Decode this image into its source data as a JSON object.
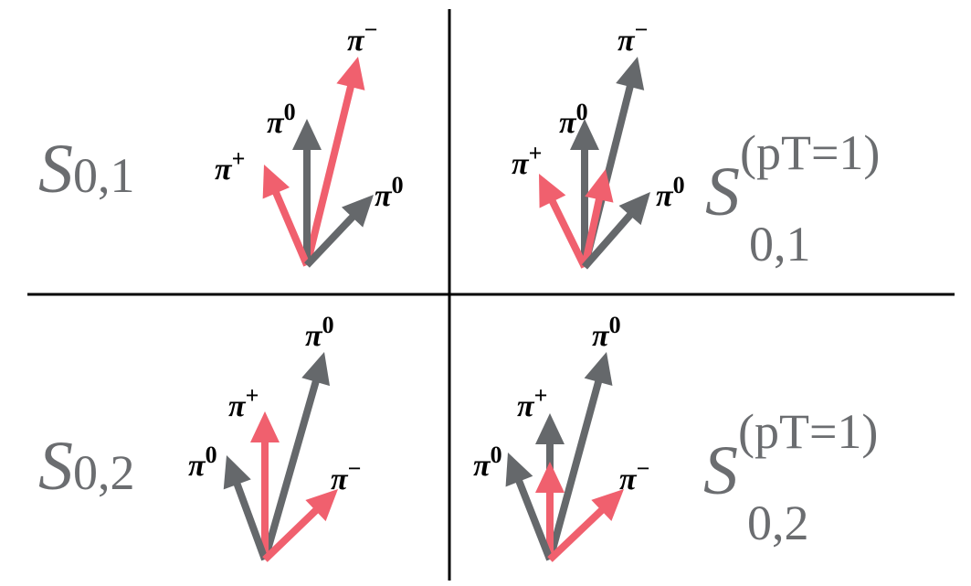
{
  "colors": {
    "charged": "#f0606e",
    "neutral": "#65686b",
    "label": "#6b6d70",
    "divider": "#000000"
  },
  "panels": [
    {
      "label": {
        "main": "S",
        "sub": "0,1",
        "sup": ""
      },
      "arrows": [
        {
          "particle": "π",
          "charge": "−",
          "kind": "charged"
        },
        {
          "particle": "π",
          "charge": "0",
          "kind": "neutral"
        },
        {
          "particle": "π",
          "charge": "+",
          "kind": "charged"
        },
        {
          "particle": "π",
          "charge": "0",
          "kind": "neutral"
        }
      ]
    },
    {
      "label": {
        "main": "S",
        "sub": "0,1",
        "sup": "(pT=1)"
      },
      "arrows": [
        {
          "particle": "π",
          "charge": "−",
          "kind": "neutral"
        },
        {
          "particle": "π",
          "charge": "0",
          "kind": "neutral"
        },
        {
          "particle": "π",
          "charge": "+",
          "kind": "charged"
        },
        {
          "particle": "",
          "charge": "",
          "kind": "charged"
        },
        {
          "particle": "π",
          "charge": "0",
          "kind": "neutral"
        }
      ]
    },
    {
      "label": {
        "main": "S",
        "sub": "0,2",
        "sup": ""
      },
      "arrows": [
        {
          "particle": "π",
          "charge": "0",
          "kind": "neutral"
        },
        {
          "particle": "π",
          "charge": "+",
          "kind": "charged"
        },
        {
          "particle": "π",
          "charge": "0",
          "kind": "neutral"
        },
        {
          "particle": "π",
          "charge": "−",
          "kind": "charged"
        }
      ]
    },
    {
      "label": {
        "main": "S",
        "sub": "0,2",
        "sup": "(pT=1)"
      },
      "arrows": [
        {
          "particle": "π",
          "charge": "0",
          "kind": "neutral"
        },
        {
          "particle": "π",
          "charge": "+",
          "kind": "neutral"
        },
        {
          "particle": "",
          "charge": "",
          "kind": "charged"
        },
        {
          "particle": "π",
          "charge": "0",
          "kind": "neutral"
        },
        {
          "particle": "π",
          "charge": "−",
          "kind": "charged"
        }
      ]
    }
  ]
}
